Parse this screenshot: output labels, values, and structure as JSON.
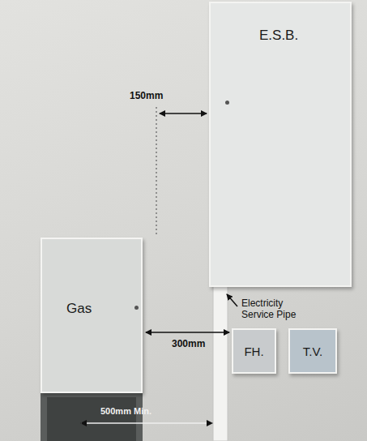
{
  "diagram": {
    "nodes": [
      {
        "text": [
          "E.S.B."
        ]
      },
      {
        "text": [
          "Gas"
        ]
      },
      {
        "text": [
          "FH."
        ]
      },
      {
        "text": [
          "T.V."
        ]
      }
    ],
    "labels": [
      "150mm",
      "Electricity Service Pipe",
      "300mm",
      "500mm Min."
    ]
  }
}
